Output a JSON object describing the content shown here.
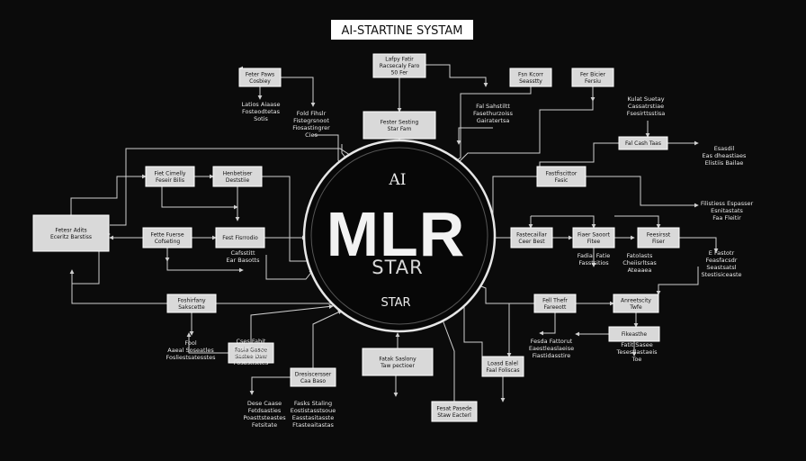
{
  "title": "AI-STARTINE SYSTAM",
  "center": {
    "top": "AI",
    "main": "MLR",
    "sub": "STAR",
    "bottom": "STAR"
  },
  "boxes": [
    {
      "id": "b1",
      "lines": [
        "Feter Paws",
        "Cosbiey"
      ]
    },
    {
      "id": "b2",
      "lines": [
        "Lafpy Fatir",
        "Racsecaly Faro",
        "50 Fer"
      ]
    },
    {
      "id": "b3",
      "lines": [
        "Fester Sesting",
        "Star Fam"
      ]
    },
    {
      "id": "b4",
      "lines": [
        "Fsn Kcorr",
        "Seasstty"
      ]
    },
    {
      "id": "b5",
      "lines": [
        "Fer Bicier",
        "Fersiu"
      ]
    },
    {
      "id": "b6",
      "lines": [
        "Fiet Cimelly",
        "Feseir Bilis"
      ]
    },
    {
      "id": "b7",
      "lines": [
        "Henbetiser",
        "Deststiie"
      ]
    },
    {
      "id": "b8",
      "lines": [
        "Fetesr Adits",
        "Eceritz Barstiss"
      ]
    },
    {
      "id": "b9",
      "lines": [
        "Fastfiscittor",
        "Fasic"
      ]
    },
    {
      "id": "b10",
      "lines": [
        "Fette Fuerse",
        "Cofseting"
      ]
    },
    {
      "id": "b11",
      "lines": [
        "Fest Fisrrodio"
      ]
    },
    {
      "id": "b12",
      "lines": [
        "Fastecaillar",
        "Ceer Best"
      ]
    },
    {
      "id": "b13",
      "lines": [
        "Fiaer Saoort",
        "Fitee"
      ]
    },
    {
      "id": "b14",
      "lines": [
        "Feesirsst",
        "Fiser"
      ]
    },
    {
      "id": "b15",
      "lines": [
        "Foshirfany",
        "Sakscette"
      ]
    },
    {
      "id": "b16",
      "lines": [
        "Fell Thefr",
        "Fareeott"
      ]
    },
    {
      "id": "b17",
      "lines": [
        "Anreetscity",
        "Twfe"
      ]
    },
    {
      "id": "b18",
      "lines": [
        "Fasia Gasee",
        "Sastee Daw"
      ]
    },
    {
      "id": "b19",
      "lines": [
        "Dresiscersser",
        "Caa Baso"
      ]
    },
    {
      "id": "b20",
      "lines": [
        "Fatak Saslony",
        "Taw pectioer"
      ]
    },
    {
      "id": "b21",
      "lines": [
        "Loasd Ealel",
        "Faal Foliscas"
      ]
    },
    {
      "id": "b22",
      "lines": [
        "Fesat Pasede",
        "Staw Eacterl"
      ]
    },
    {
      "id": "b23",
      "lines": [
        "Fikeasthe"
      ]
    },
    {
      "id": "b24",
      "lines": [
        "Fal Cash Taas"
      ]
    }
  ],
  "labels": [
    {
      "id": "t1",
      "lines": [
        "Latios Aiaase",
        "Fosteodtetas",
        "Sotis"
      ]
    },
    {
      "id": "t2",
      "lines": [
        "Fold Fihslr",
        "Fistegrsnoot",
        "Fiosastingrer",
        "Cies"
      ]
    },
    {
      "id": "t3",
      "lines": [
        "Fal Sahstiltt",
        "Fasethurzoiss",
        "Gairatertsa"
      ]
    },
    {
      "id": "t4",
      "lines": [
        "Kulat Suetay",
        "Cassatrstiae",
        "Fsesirttsstisa"
      ]
    },
    {
      "id": "t5",
      "lines": [
        "Esasdil",
        "Eas dheastiaes",
        "Elistiis Bailae"
      ]
    },
    {
      "id": "t6",
      "lines": [
        "Filistiess Espasser",
        "Esnitastats",
        "Faa Fleitir"
      ]
    },
    {
      "id": "t7",
      "lines": [
        "E Fastotr",
        "Feasfacsdr",
        "Seastsatsl",
        "Stestisiceaste"
      ]
    },
    {
      "id": "t8",
      "lines": [
        "Fatolasts",
        "Cheiisrltsas",
        "Ateaaea"
      ]
    },
    {
      "id": "t9",
      "lines": [
        "Fadial Fatie",
        "Fasstsitios"
      ]
    },
    {
      "id": "t10",
      "lines": [
        "Cafsstitt",
        "Ear Basotts"
      ]
    },
    {
      "id": "t11",
      "lines": [
        "Fool",
        "Aaeal Soseatles",
        "Fosliestsatesstes"
      ]
    },
    {
      "id": "t12",
      "lines": [
        "Cses Fabit",
        "Cosattes Ew",
        "Fatirsltstss",
        "Fosastlsttes"
      ]
    },
    {
      "id": "t13",
      "lines": [
        "Fesda Fattorut",
        "Eaestleaslaeise",
        "Fiastidasstire"
      ]
    },
    {
      "id": "t14",
      "lines": [
        "Fatit Sasee",
        "Tesestlastaeis",
        "Toe"
      ]
    },
    {
      "id": "t15",
      "lines": [
        "Dese Caase",
        "Fetdsasties",
        "Poasttsteastes",
        "Fetsitate"
      ]
    },
    {
      "id": "t16",
      "lines": [
        "Fasks Staling",
        "Eostistasstsoue",
        "Easstasitasste",
        "Ftasteaitastas"
      ]
    }
  ],
  "colors": {
    "background": "#0b0b0b",
    "line": "#cfcfcf",
    "box_fill": "#d9d9d9",
    "box_stroke": "#ffffff",
    "text": "#e8e8e8"
  }
}
